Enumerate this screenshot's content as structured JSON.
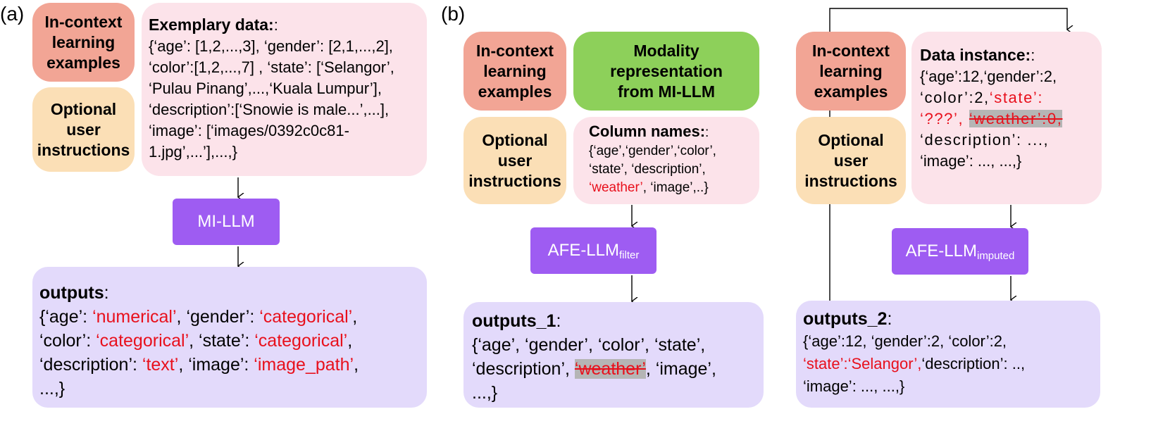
{
  "panel_a": {
    "label": "(a)",
    "icl": "In-context learning examples",
    "user": "Optional user instructions",
    "exemplary_title": "Exemplary data:",
    "exemplary_sep": ":",
    "exemplary_lines": [
      "{‘age’: [1,2,...,3],  ‘gender’: [2,1,...,2],",
      "‘color’:[1,2,...,7] , ‘state’: [‘Selangor’,",
      "‘Pulau Pinang’,...,‘Kuala Lumpur’],",
      "‘description’:[‘Snowie  is male...’,...],",
      "‘image’: [‘images/0392c0c81-",
      "1.jpg’,...’],...,}"
    ],
    "llm": "MI-LLM",
    "outputs_title": "outputs",
    "outputs_sep": ":",
    "outputs": {
      "l1_a": "{‘age’:  ",
      "l1_b": "‘numerical’",
      "l1_c": ", ‘gender’:  ",
      "l1_d": "‘categorical’",
      "l1_e": ",",
      "l2_a": "‘color’:  ",
      "l2_b": "‘categorical’",
      "l2_c": ", ‘state’:  ",
      "l2_d": "‘categorical’",
      "l2_e": ",",
      "l3_a": "‘description’:  ",
      "l3_b": "‘text’",
      "l3_c": ", ‘image’:  ",
      "l3_d": "‘image_path’",
      "l3_e": ",",
      "l4": "...,}"
    }
  },
  "panel_b": {
    "label": "(b)",
    "icl": "In-context learning examples",
    "modality": "Modality representation from MI-LLM",
    "user": "Optional user instructions",
    "columns_title": "Column names:",
    "columns_sep": ":",
    "columns": {
      "l1": "{‘age’,‘gender’,‘color’,",
      "l2": "‘state’, ‘description’,",
      "l3_red": "‘weather’",
      "l3_rest": ",  ‘image’,..}"
    },
    "llm_filter_base": "AFE-LLM",
    "llm_filter_sub": "filter",
    "outputs1_title": "outputs_1",
    "outputs1_sep": ":",
    "outputs1": {
      "l1": "{‘age’, ‘gender’, ‘color’, ‘state’,",
      "l2_a": "‘description’, ",
      "l2_strike": "‘weather’",
      "l2_b": ", ‘image’,",
      "l3": " ...,}"
    },
    "icl2": "In-context learning examples",
    "user2": "Optional user instructions",
    "instance_title": "Data instance:",
    "instance_sep": ":",
    "instance": {
      "l1": "{‘age’:12,‘gender’:2,",
      "l2_a": "‘color’:2,",
      "l2_red": "‘state’:",
      "l3_red": "‘???’,",
      "l3_strike": "‘weather’:0,",
      "l4": "‘description’: ...,",
      "l5": "‘image’: ..., ...,}"
    },
    "llm_imputed_base": "AFE-LLM",
    "llm_imputed_sub": "imputed",
    "outputs2_title": "outputs_2",
    "outputs2_sep": ":",
    "outputs2": {
      "l1": "{‘age’:12,  ‘gender’:2,  ‘color’:2,",
      "l2_red": "‘state’:‘Selangor’,",
      "l2_rest": "‘description’: ..,",
      "l3": "‘image’: ..., ...,}"
    }
  },
  "colors": {
    "salmon": "#f2a595",
    "peach": "#fbdfb6",
    "pink": "#fce3ea",
    "green": "#8dd05a",
    "purple": "#9e5cf2",
    "lavender": "#e3dafb",
    "highlight_red": "#e8101c"
  }
}
